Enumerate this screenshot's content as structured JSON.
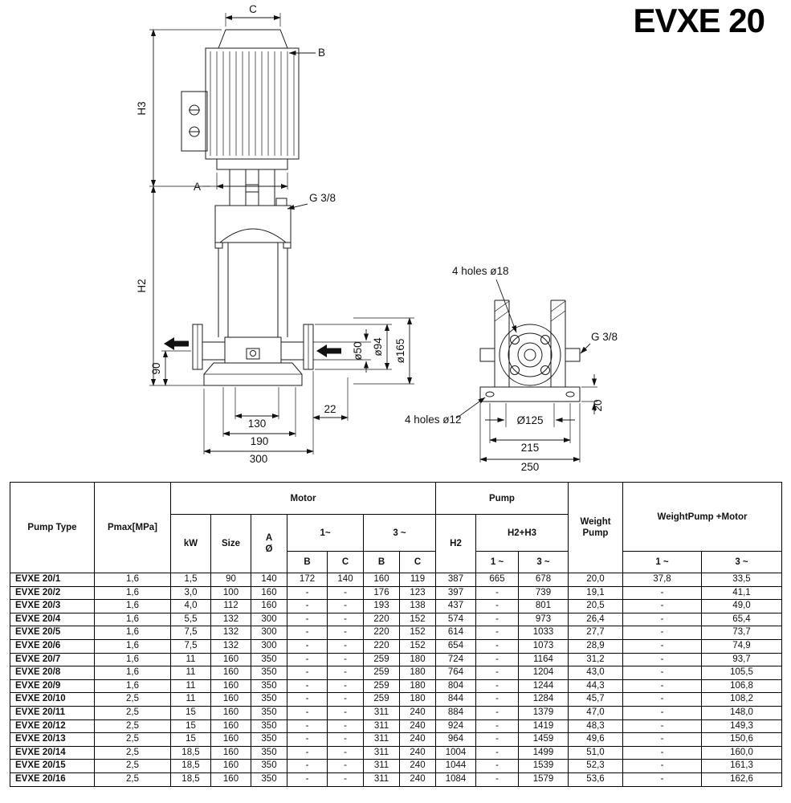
{
  "title": "EVXE 20",
  "drawing": {
    "labels": {
      "c": "C",
      "b": "B",
      "h3": "H3",
      "a": "A",
      "g38_side": "G 3/8",
      "h2": "H2",
      "n90": "90",
      "o50": "ø50",
      "o94": "ø94",
      "o165": "ø165",
      "n130": "130",
      "n190": "190",
      "n300": "300",
      "n22": "22",
      "holes18": "4 holes ø18",
      "g38_front": "G 3/8",
      "holes12": "4 holes ø12",
      "o125": "Ø125",
      "n215": "215",
      "n250": "250",
      "n20": "20"
    }
  },
  "table": {
    "headers": {
      "pump_type": "Pump Type",
      "pmax": "Pmax[MPa]",
      "motor": "Motor",
      "pump": "Pump",
      "kw": "kW",
      "size": "Size",
      "a": "A",
      "diameter": "Ø",
      "motor_1ph": "1~",
      "motor_3ph": "3 ~",
      "b1": "B",
      "c1": "C",
      "b3": "B",
      "c3": "C",
      "h2": "H2",
      "h2h3": "H2+H3",
      "h2h3_1ph": "1 ~",
      "h2h3_3ph": "3 ~",
      "weight_line1": "Weight",
      "weight_line2": "Pump",
      "weight_pm": "WeightPump +Motor",
      "w_1ph": "1 ~",
      "w_3ph": "3 ~"
    },
    "rows": [
      {
        "type": "EVXE 20/1",
        "values": [
          "1,6",
          "1,5",
          "90",
          "140",
          "172",
          "140",
          "160",
          "119",
          "387",
          "665",
          "678",
          "20,0",
          "37,8",
          "33,5"
        ]
      },
      {
        "type": "EVXE 20/2",
        "values": [
          "1,6",
          "3,0",
          "100",
          "160",
          "-",
          "-",
          "176",
          "123",
          "397",
          "-",
          "739",
          "19,1",
          "-",
          "41,1"
        ]
      },
      {
        "type": "EVXE 20/3",
        "values": [
          "1,6",
          "4,0",
          "112",
          "160",
          "-",
          "-",
          "193",
          "138",
          "437",
          "-",
          "801",
          "20,5",
          "-",
          "49,0"
        ]
      },
      {
        "type": "EVXE 20/4",
        "values": [
          "1,6",
          "5,5",
          "132",
          "300",
          "-",
          "-",
          "220",
          "152",
          "574",
          "-",
          "973",
          "26,4",
          "-",
          "65,4"
        ]
      },
      {
        "type": "EVXE 20/5",
        "values": [
          "1,6",
          "7,5",
          "132",
          "300",
          "-",
          "-",
          "220",
          "152",
          "614",
          "-",
          "1033",
          "27,7",
          "-",
          "73,7"
        ]
      },
      {
        "type": "EVXE 20/6",
        "values": [
          "1,6",
          "7,5",
          "132",
          "300",
          "-",
          "-",
          "220",
          "152",
          "654",
          "-",
          "1073",
          "28,9",
          "-",
          "74,9"
        ]
      },
      {
        "type": "EVXE 20/7",
        "values": [
          "1,6",
          "11",
          "160",
          "350",
          "-",
          "-",
          "259",
          "180",
          "724",
          "-",
          "1164",
          "31,2",
          "-",
          "93,7"
        ]
      },
      {
        "type": "EVXE 20/8",
        "values": [
          "1,6",
          "11",
          "160",
          "350",
          "-",
          "-",
          "259",
          "180",
          "764",
          "-",
          "1204",
          "43,0",
          "-",
          "105,5"
        ]
      },
      {
        "type": "EVXE 20/9",
        "values": [
          "1,6",
          "11",
          "160",
          "350",
          "-",
          "-",
          "259",
          "180",
          "804",
          "-",
          "1244",
          "44,3",
          "-",
          "106,8"
        ]
      },
      {
        "type": "EVXE 20/10",
        "values": [
          "2,5",
          "11",
          "160",
          "350",
          "-",
          "-",
          "259",
          "180",
          "844",
          "-",
          "1284",
          "45,7",
          "-",
          "108,2"
        ]
      },
      {
        "type": "EVXE 20/11",
        "values": [
          "2,5",
          "15",
          "160",
          "350",
          "-",
          "-",
          "311",
          "240",
          "884",
          "-",
          "1379",
          "47,0",
          "-",
          "148,0"
        ]
      },
      {
        "type": "EVXE 20/12",
        "values": [
          "2,5",
          "15",
          "160",
          "350",
          "-",
          "-",
          "311",
          "240",
          "924",
          "-",
          "1419",
          "48,3",
          "-",
          "149,3"
        ]
      },
      {
        "type": "EVXE 20/13",
        "values": [
          "2,5",
          "15",
          "160",
          "350",
          "-",
          "-",
          "311",
          "240",
          "964",
          "-",
          "1459",
          "49,6",
          "-",
          "150,6"
        ]
      },
      {
        "type": "EVXE 20/14",
        "values": [
          "2,5",
          "18,5",
          "160",
          "350",
          "-",
          "-",
          "311",
          "240",
          "1004",
          "-",
          "1499",
          "51,0",
          "-",
          "160,0"
        ]
      },
      {
        "type": "EVXE 20/15",
        "values": [
          "2,5",
          "18,5",
          "160",
          "350",
          "-",
          "-",
          "311",
          "240",
          "1044",
          "-",
          "1539",
          "52,3",
          "-",
          "161,3"
        ]
      },
      {
        "type": "EVXE 20/16",
        "values": [
          "2,5",
          "18,5",
          "160",
          "350",
          "-",
          "-",
          "311",
          "240",
          "1084",
          "-",
          "1579",
          "53,6",
          "-",
          "162,6"
        ]
      }
    ]
  }
}
